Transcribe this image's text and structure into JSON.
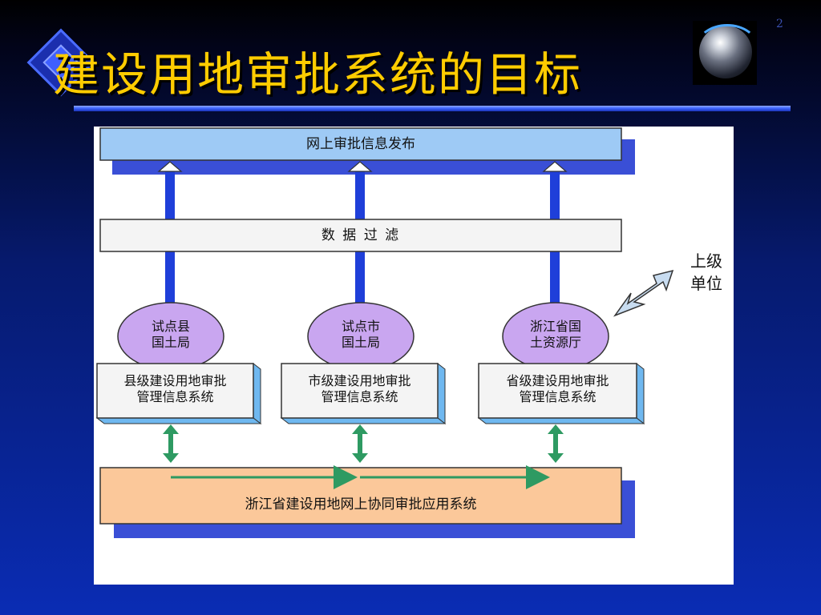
{
  "slide": {
    "number": "2",
    "title": "建设用地审批系统的目标"
  },
  "diagram": {
    "top_bar": "网上审批信息发布",
    "filter_bar": "数 据 过 滤",
    "superior": "上级\n单位",
    "nodes": [
      {
        "ellipse": "试点县\n国土局",
        "box": "县级建设用地审批\n管理信息系统"
      },
      {
        "ellipse": "试点市\n国土局",
        "box": "市级建设用地审批\n管理信息系统"
      },
      {
        "ellipse": "浙江省国\n土资源厅",
        "box": "省级建设用地审批\n管理信息系统"
      }
    ],
    "bottom_bar": "浙江省建设用地网上协同审批应用系统",
    "colors": {
      "title": "#ffcc00",
      "top_bar": "#9ecaf5",
      "shadow": "#3a4fd6",
      "ellipse": "#c9a6f0",
      "bottom_bar": "#fbc89a",
      "green_arrow": "#2e9a62"
    }
  }
}
